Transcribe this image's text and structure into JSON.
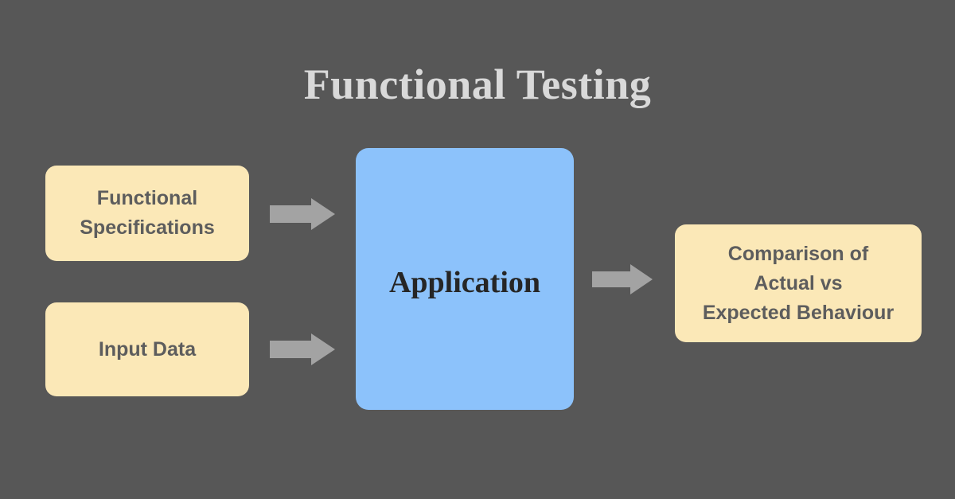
{
  "diagram": {
    "title": "Functional Testing",
    "background_color": "#575757",
    "title_color": "#D9D9D9",
    "nodes": [
      {
        "id": "functional-specifications",
        "label": "Functional\nSpecifications",
        "line1": "Functional",
        "line2": "Specifications",
        "fill_color": "#FBE8B7",
        "text_color": "#5D5D5D",
        "shape": "rounded-rectangle"
      },
      {
        "id": "input-data",
        "label": "Input Data",
        "fill_color": "#FBE8B7",
        "text_color": "#5D5D5D",
        "shape": "rounded-rectangle"
      },
      {
        "id": "application",
        "label": "Application",
        "fill_color": "#8CC2FB",
        "text_color": "#262626",
        "shape": "rounded-rectangle"
      },
      {
        "id": "comparison",
        "label": "Comparison of\nActual vs\nExpected Behaviour",
        "line1": "Comparison of",
        "line2": "Actual vs",
        "line3": "Expected Behaviour",
        "fill_color": "#FBE8B7",
        "text_color": "#5D5D5D",
        "shape": "rounded-rectangle"
      }
    ],
    "connectors": [
      {
        "id": "specs-to-application",
        "from": "functional-specifications",
        "to": "application",
        "direction": "right",
        "color": "#A3A3A3"
      },
      {
        "id": "input-to-application",
        "from": "input-data",
        "to": "application",
        "direction": "right",
        "color": "#A3A3A3"
      },
      {
        "id": "application-to-comparison",
        "from": "application",
        "to": "comparison",
        "direction": "right",
        "color": "#A3A3A3"
      }
    ]
  }
}
